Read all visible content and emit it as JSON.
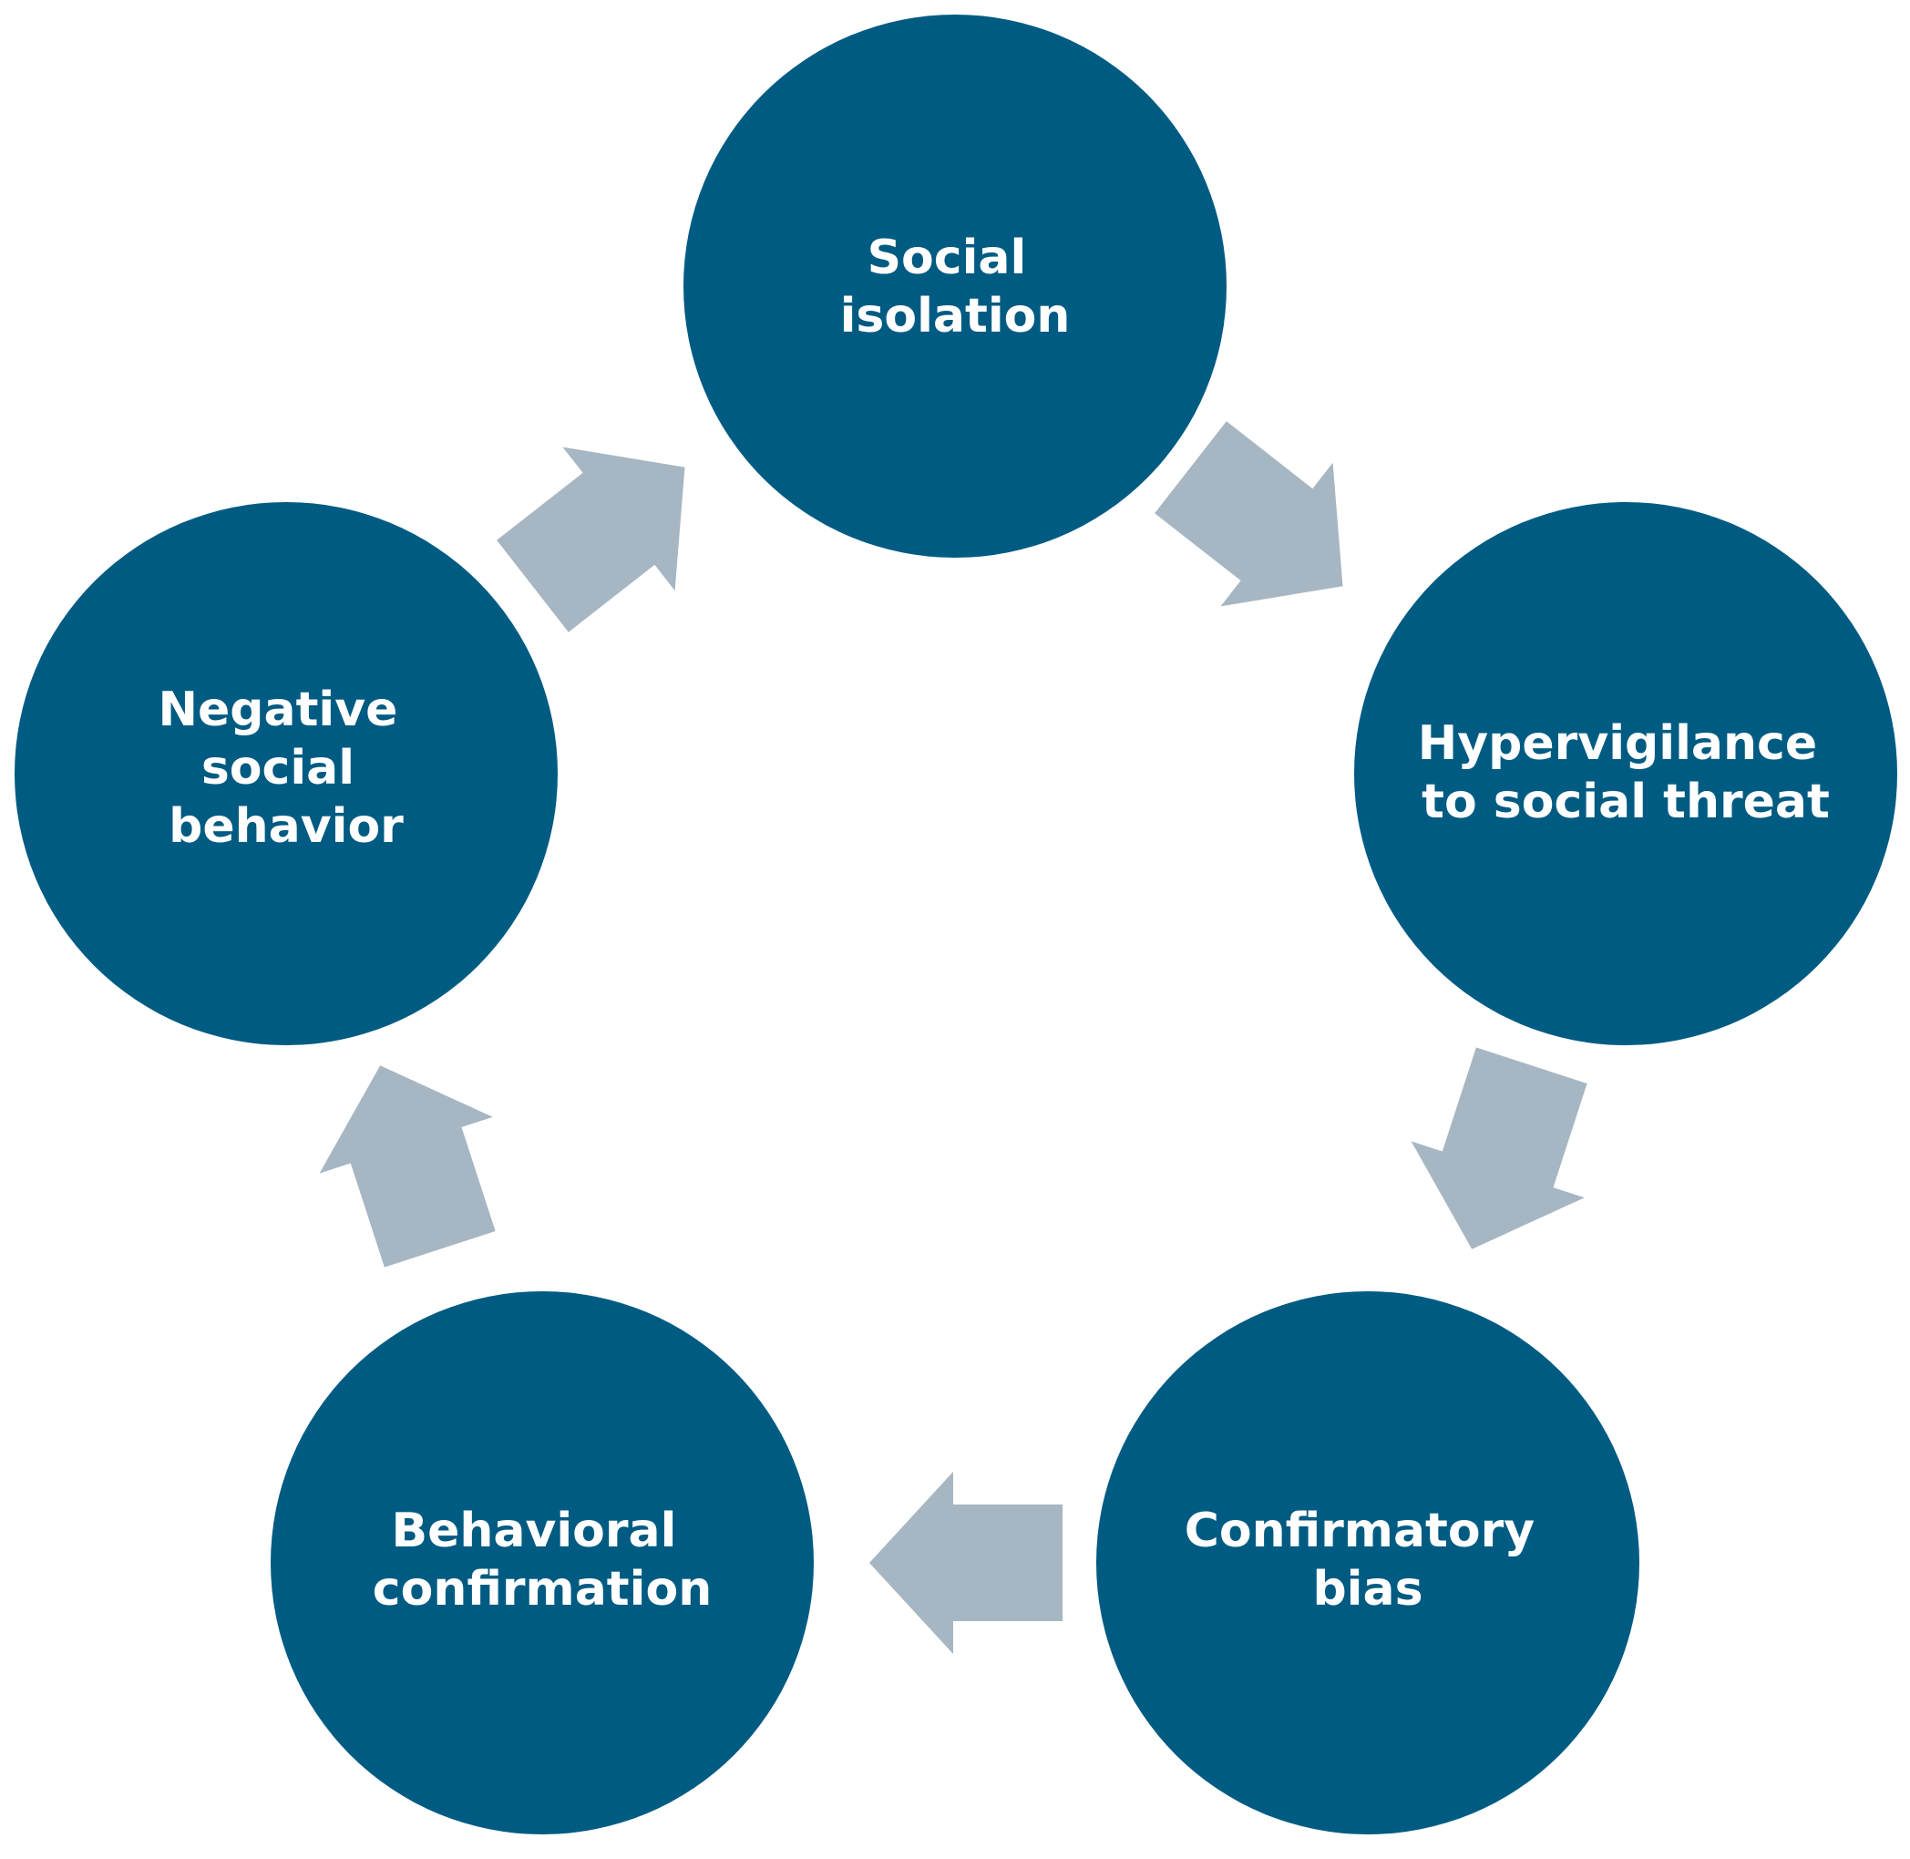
{
  "nodes": [
    {
      "id": "social-isolation",
      "lines": [
        "Social",
        "isolation"
      ]
    },
    {
      "id": "hypervigilance",
      "lines": [
        "Hypervigilance",
        "to social threat"
      ]
    },
    {
      "id": "confirmatory-bias",
      "lines": [
        "Confirmatory",
        "bias"
      ]
    },
    {
      "id": "behavioral-confirmation",
      "lines": [
        "Behavioral",
        "confirmation"
      ]
    },
    {
      "id": "negative-social-behavior",
      "lines": [
        "Negative",
        "social",
        "behavior"
      ]
    }
  ],
  "edges": [
    {
      "from": "social-isolation",
      "to": "hypervigilance"
    },
    {
      "from": "hypervigilance",
      "to": "confirmatory-bias"
    },
    {
      "from": "confirmatory-bias",
      "to": "behavioral-confirmation"
    },
    {
      "from": "behavioral-confirmation",
      "to": "negative-social-behavior"
    },
    {
      "from": "negative-social-behavior",
      "to": "social-isolation"
    }
  ],
  "colors": {
    "node_fill": "#005b82",
    "node_text": "#ffffff",
    "arrow_fill": "#a6b6c3",
    "background": "#ffffff"
  }
}
